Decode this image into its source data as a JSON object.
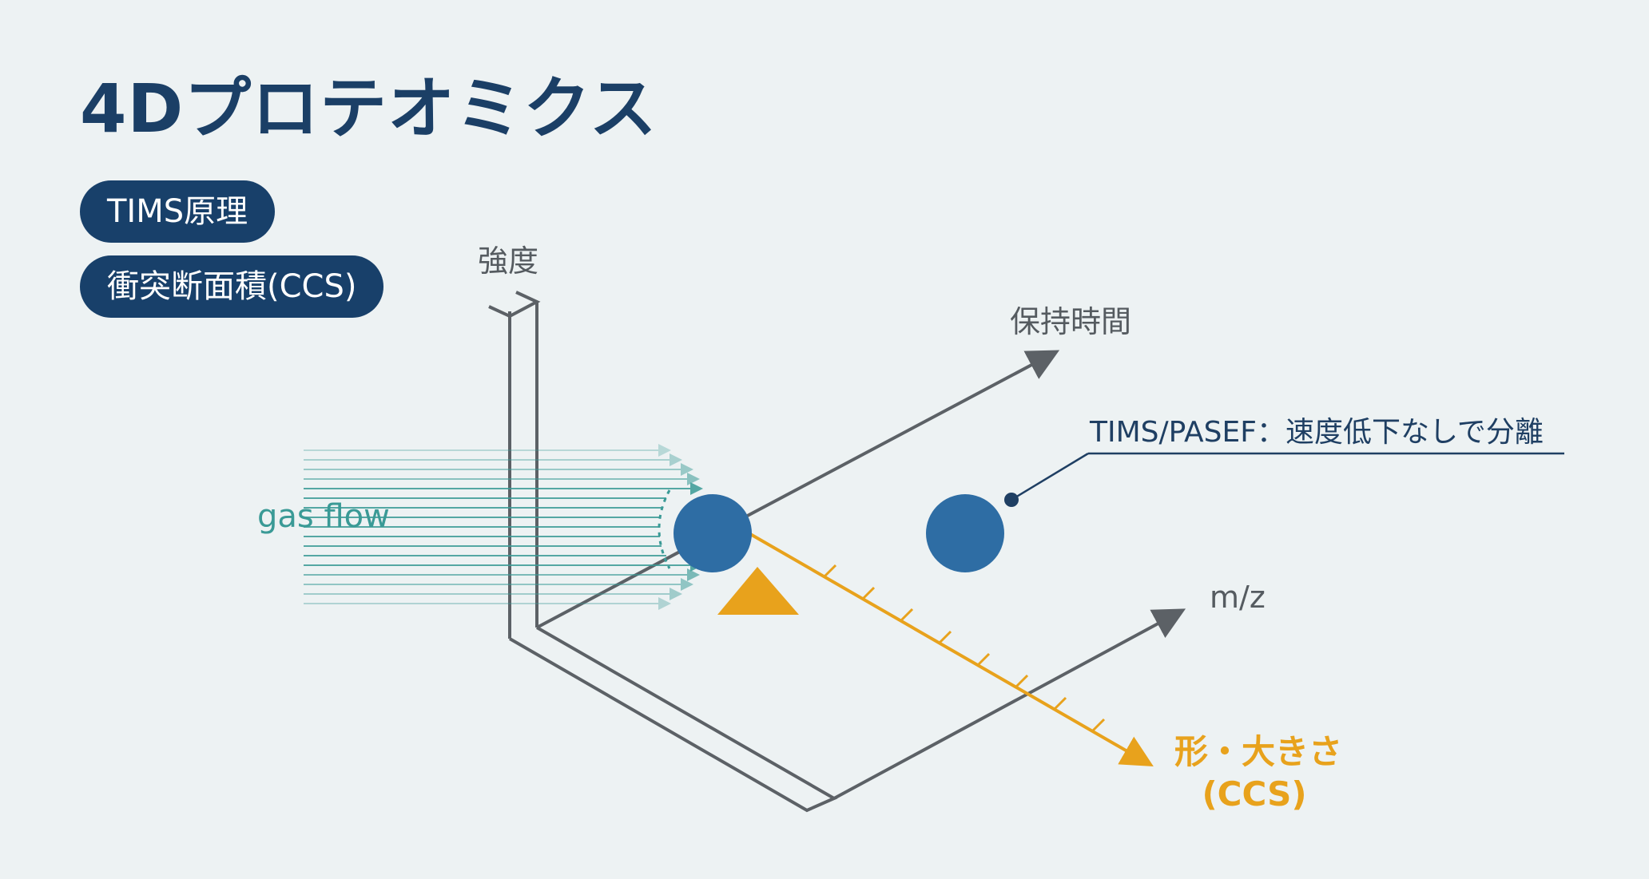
{
  "title": "4Dプロテオミクス",
  "tags": {
    "tims": "TIMS原理",
    "ccs": "衝突断面積(CCS)"
  },
  "axes": {
    "intensity": "強度",
    "retention_time": "保持時間",
    "mz": "m/z",
    "ccs_line1": "形・大きさ",
    "ccs_line2": "(CCS)"
  },
  "gas_flow": "gas flow",
  "callout": "TIMS/PASEF：速度低下なしで分離",
  "colors": {
    "title": "#1b3f66",
    "pill_bg": "#18406a",
    "ion_blue": "#2e6da4",
    "ccs_orange": "#e8a21c",
    "gas_teal": "#3a9a96",
    "axis_gray": "#5c6166"
  }
}
